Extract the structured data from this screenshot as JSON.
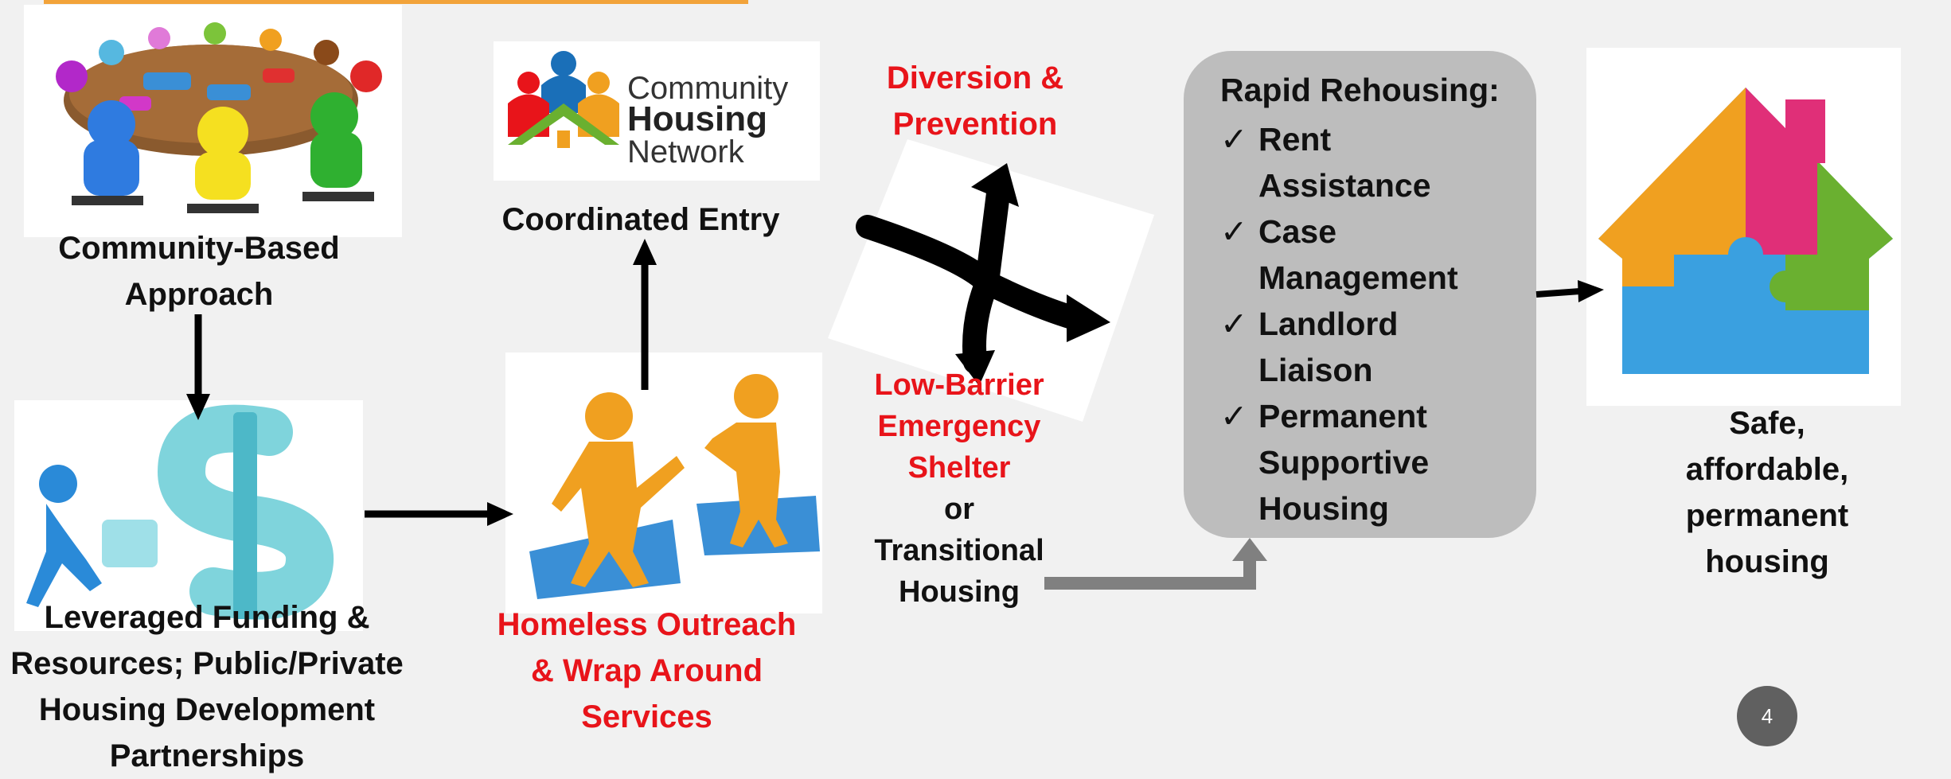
{
  "community": {
    "title_line1": "Community-Based",
    "title_line2": "Approach"
  },
  "chn_logo": {
    "line1": "Community",
    "line2": "Housing",
    "line3": "Network"
  },
  "coordinated_entry": "Coordinated Entry",
  "funding": {
    "line1": "Leveraged Funding &",
    "line2": "Resources; Public/Private",
    "line3": "Housing Development",
    "line4": "Partnerships"
  },
  "outreach": {
    "line1": "Homeless Outreach",
    "line2": "& Wrap Around",
    "line3": "Services"
  },
  "diversion": {
    "line1": "Diversion &",
    "line2": "Prevention"
  },
  "shelter": {
    "line1": "Low-Barrier",
    "line2": "Emergency",
    "line3": "Shelter",
    "line4": "or",
    "line5": "Transitional",
    "line6": "Housing"
  },
  "rapid": {
    "title": "Rapid Rehousing:",
    "check": "✓",
    "items": [
      {
        "line1": "Rent",
        "line2": "Assistance"
      },
      {
        "line1": "Case",
        "line2": "Management"
      },
      {
        "line1": "Landlord",
        "line2": "Liaison"
      },
      {
        "line1": "Permanent",
        "line2": "Supportive",
        "line3": "Housing"
      }
    ]
  },
  "outcome": {
    "line1": "Safe,",
    "line2": "affordable,",
    "line3": "permanent",
    "line4": "housing"
  },
  "page_number": "4",
  "colors": {
    "accent_red": "#e8141a",
    "text_dark": "#111111",
    "box_gray": "#bdbdbd",
    "arrow_gray": "#808080",
    "top_accent": "#f2a33a",
    "puzzle_blue": "#3a8fd6",
    "figure_orange": "#f0a020"
  }
}
